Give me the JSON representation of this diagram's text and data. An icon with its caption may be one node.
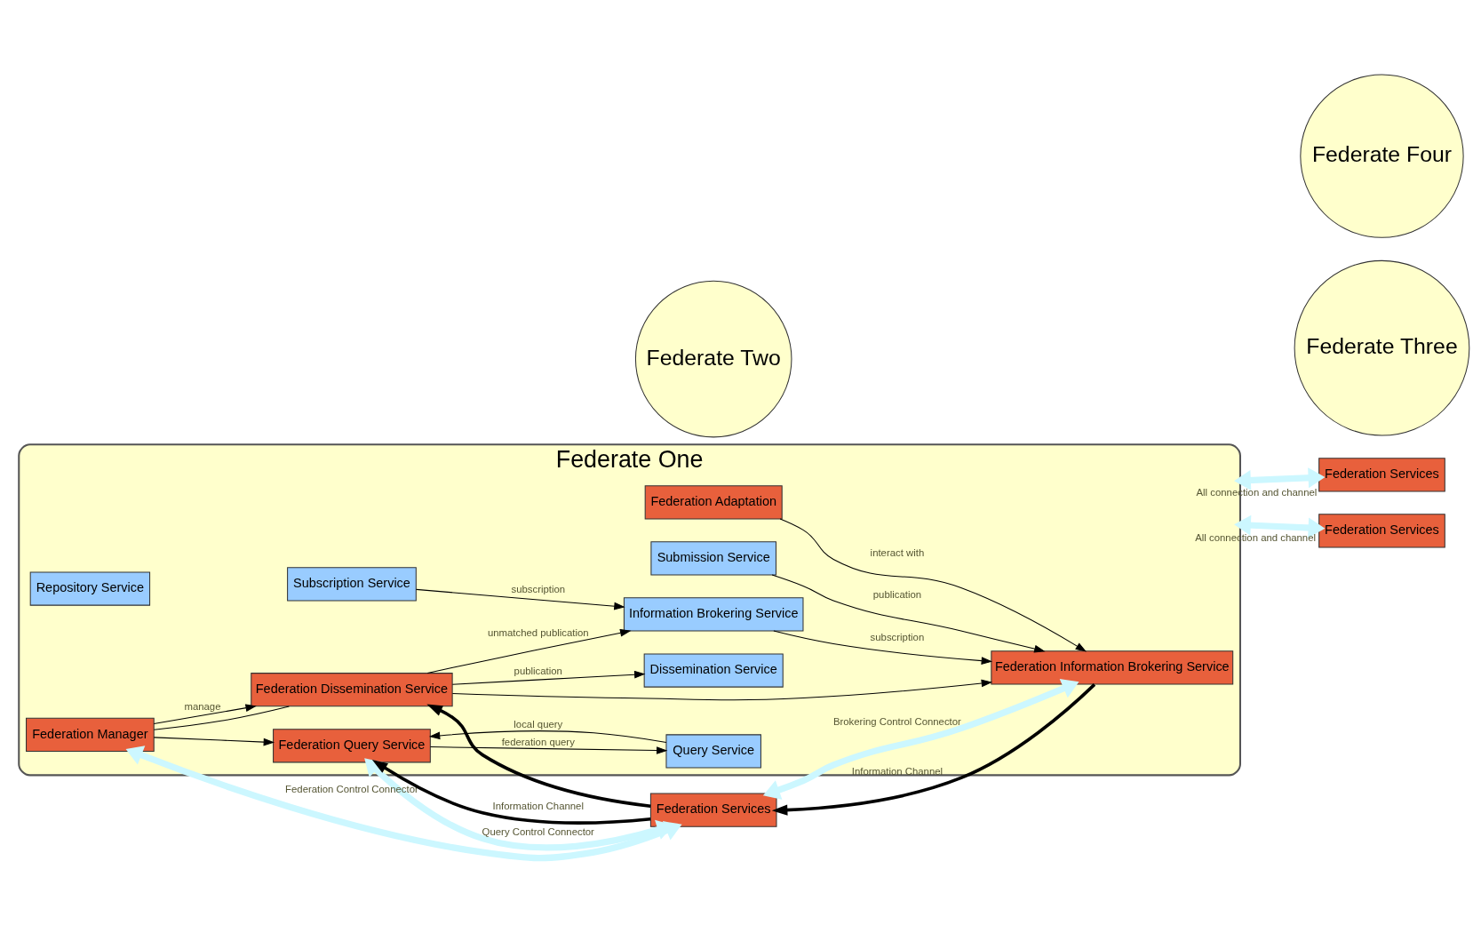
{
  "diagram": {
    "nodes": [
      {
        "text": [
          "Federate One"
        ]
      },
      {
        "text": [
          "Federation Adaptation"
        ],
        "in": 0
      },
      {
        "text": [
          "Submission Service"
        ],
        "in": 0
      },
      {
        "text": [
          "Federation Information Brokering Service"
        ],
        "in": 0
      },
      {
        "text": [
          "Information Brokering Service"
        ],
        "in": 0
      },
      {
        "text": [
          "Federation Dissemination Service"
        ],
        "in": 0
      },
      {
        "text": [
          "Subscription Service"
        ],
        "in": 0
      },
      {
        "text": [
          "Dissemination Service"
        ],
        "in": 0
      },
      {
        "text": [
          "Federation Query Service"
        ],
        "in": 0
      },
      {
        "text": [
          "Repository Service"
        ],
        "in": 0
      },
      {
        "text": [
          "Query Service"
        ],
        "in": 0
      },
      {
        "text": [
          "Federation Manager"
        ],
        "in": 0
      },
      {
        "text": [
          "Federate Two"
        ]
      },
      {
        "text": [
          "Federation Services"
        ]
      },
      {
        "text": [
          "Federate Three"
        ]
      },
      {
        "text": [
          "Federation Services"
        ]
      },
      {
        "text": [
          "Federate Four"
        ]
      },
      {
        "text": [
          "Federation Services"
        ]
      }
    ],
    "edges": [
      {
        "from": 1,
        "to": 3,
        "arrow": "to",
        "label": "interact with"
      },
      {
        "from": 2,
        "to": 3,
        "arrow": "to",
        "label": "publication"
      },
      {
        "from": 4,
        "to": 3,
        "arrow": "to",
        "label": "subscription"
      },
      {
        "from": 5,
        "to": 3,
        "arrow": "to"
      },
      {
        "from": 5,
        "to": 4,
        "arrow": "to",
        "label": "unmatched publication"
      },
      {
        "from": 6,
        "to": 4,
        "arrow": "to",
        "label": "subscription"
      },
      {
        "from": 5,
        "to": 7,
        "arrow": "to",
        "label": "publication"
      },
      {
        "from": 10,
        "to": 8,
        "arrow": "to",
        "label": "local query"
      },
      {
        "from": 8,
        "to": 10,
        "arrow": "to",
        "label": "federation query"
      },
      {
        "from": 11,
        "to": 8,
        "arrow": "to"
      },
      {
        "from": 11,
        "to": 5,
        "arrow": "none"
      },
      {
        "from": 11,
        "to": 5,
        "arrow": "to",
        "label": "manage"
      },
      {
        "from": 3,
        "to": 13,
        "arrow": "to",
        "label": "Information Channel",
        "style": "thick"
      },
      {
        "from": 3,
        "to": 13,
        "arrow": "both",
        "label": "Brokering Control Connector",
        "style": "thick",
        "color": "#ccf7ff"
      },
      {
        "from": 13,
        "to": 5,
        "arrow": "to",
        "style": "thick"
      },
      {
        "from": 13,
        "to": 8,
        "arrow": "to",
        "label": "Information Channel",
        "style": "thick"
      },
      {
        "from": 8,
        "to": 13,
        "arrow": "both",
        "label": "Query Control Connector",
        "style": "thick",
        "color": "#ccf7ff"
      },
      {
        "from": 11,
        "to": 13,
        "arrow": "both",
        "label": "Federation Control Connector",
        "style": "thick",
        "color": "#ccf7ff"
      },
      {
        "from": 0,
        "to": 15,
        "arrow": "both",
        "label": "All connection and channel",
        "style": "thick",
        "color": "#ccf7ff"
      },
      {
        "from": 0,
        "to": 17,
        "arrow": "both",
        "label": "All connection and channel",
        "style": "thick",
        "color": "#ccf7ff"
      }
    ]
  }
}
